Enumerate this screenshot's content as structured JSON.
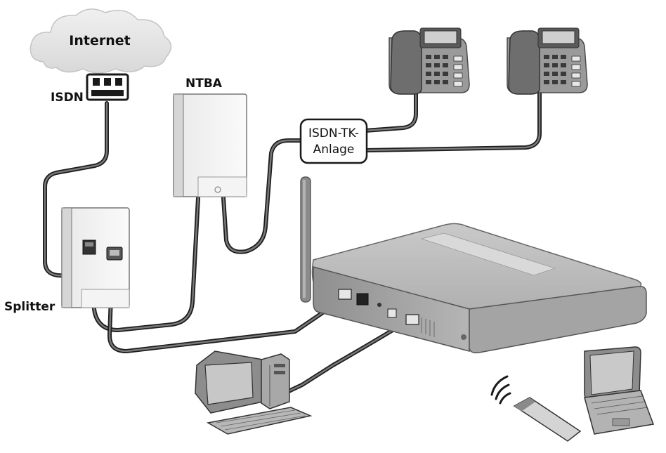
{
  "labels": {
    "internet": "Internet",
    "isdn": "ISDN",
    "ntba": "NTBA",
    "splitter": "Splitter",
    "tk_line1": "ISDN-TK-",
    "tk_line2": "Anlage"
  },
  "colors": {
    "cable": "#1e1e1e",
    "device_light": "#f2f2f2",
    "device_mid": "#bdbdbd",
    "device_dark": "#7a7a7a",
    "cloud": "#e6e6e6"
  }
}
